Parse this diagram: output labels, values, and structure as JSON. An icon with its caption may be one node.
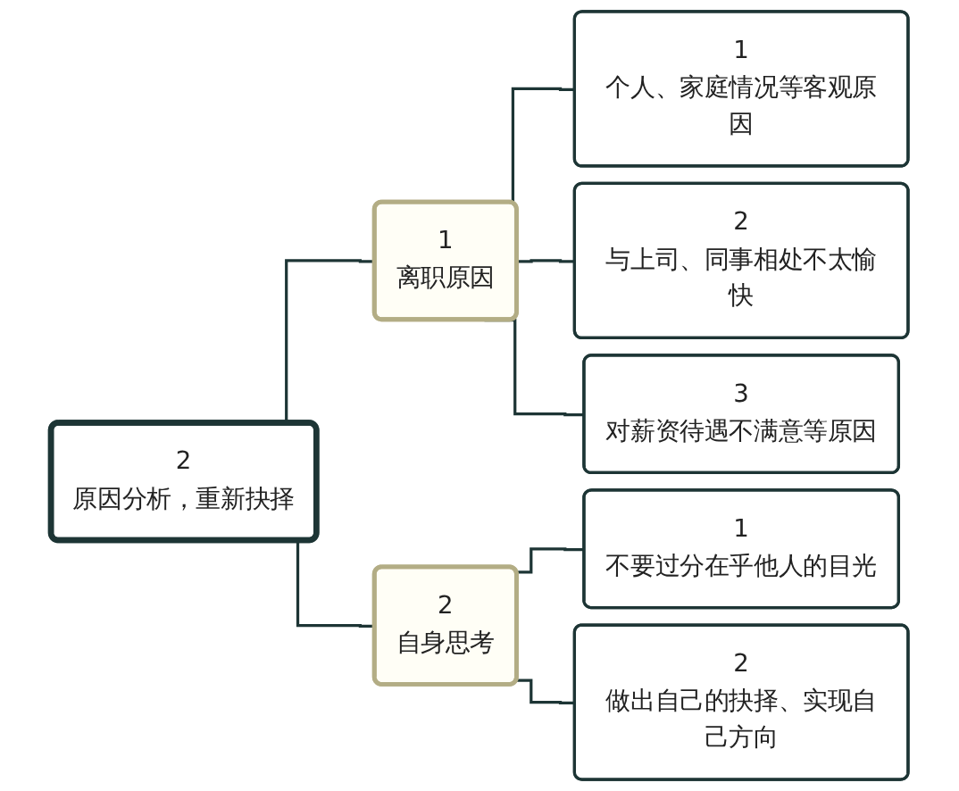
{
  "diagram": {
    "nodes": [
      {
        "text": [
          "2",
          "原因分析，重新抉择"
        ]
      },
      {
        "text": [
          "1",
          "离职原因"
        ]
      },
      {
        "text": [
          "1",
          "个人、家庭情况等客观原因"
        ]
      },
      {
        "text": [
          "2",
          "与上司、同事相处不太愉快"
        ]
      },
      {
        "text": [
          "3",
          "对薪资待遇不满意等原因"
        ]
      },
      {
        "text": [
          "2",
          "自身思考"
        ]
      },
      {
        "text": [
          "1",
          "不要过分在乎他人的目光"
        ]
      },
      {
        "text": [
          "2",
          "做出自己的抉择、实现自己方向"
        ]
      }
    ],
    "edges": [
      {
        "from": 0,
        "to": 1,
        "arrow": "none"
      },
      {
        "from": 1,
        "to": 2,
        "arrow": "none"
      },
      {
        "from": 1,
        "to": 3,
        "arrow": "none"
      },
      {
        "from": 1,
        "to": 4,
        "arrow": "none"
      },
      {
        "from": 0,
        "to": 5,
        "arrow": "none"
      },
      {
        "from": 5,
        "to": 6,
        "arrow": "none"
      },
      {
        "from": 5,
        "to": 7,
        "arrow": "none"
      }
    ]
  }
}
